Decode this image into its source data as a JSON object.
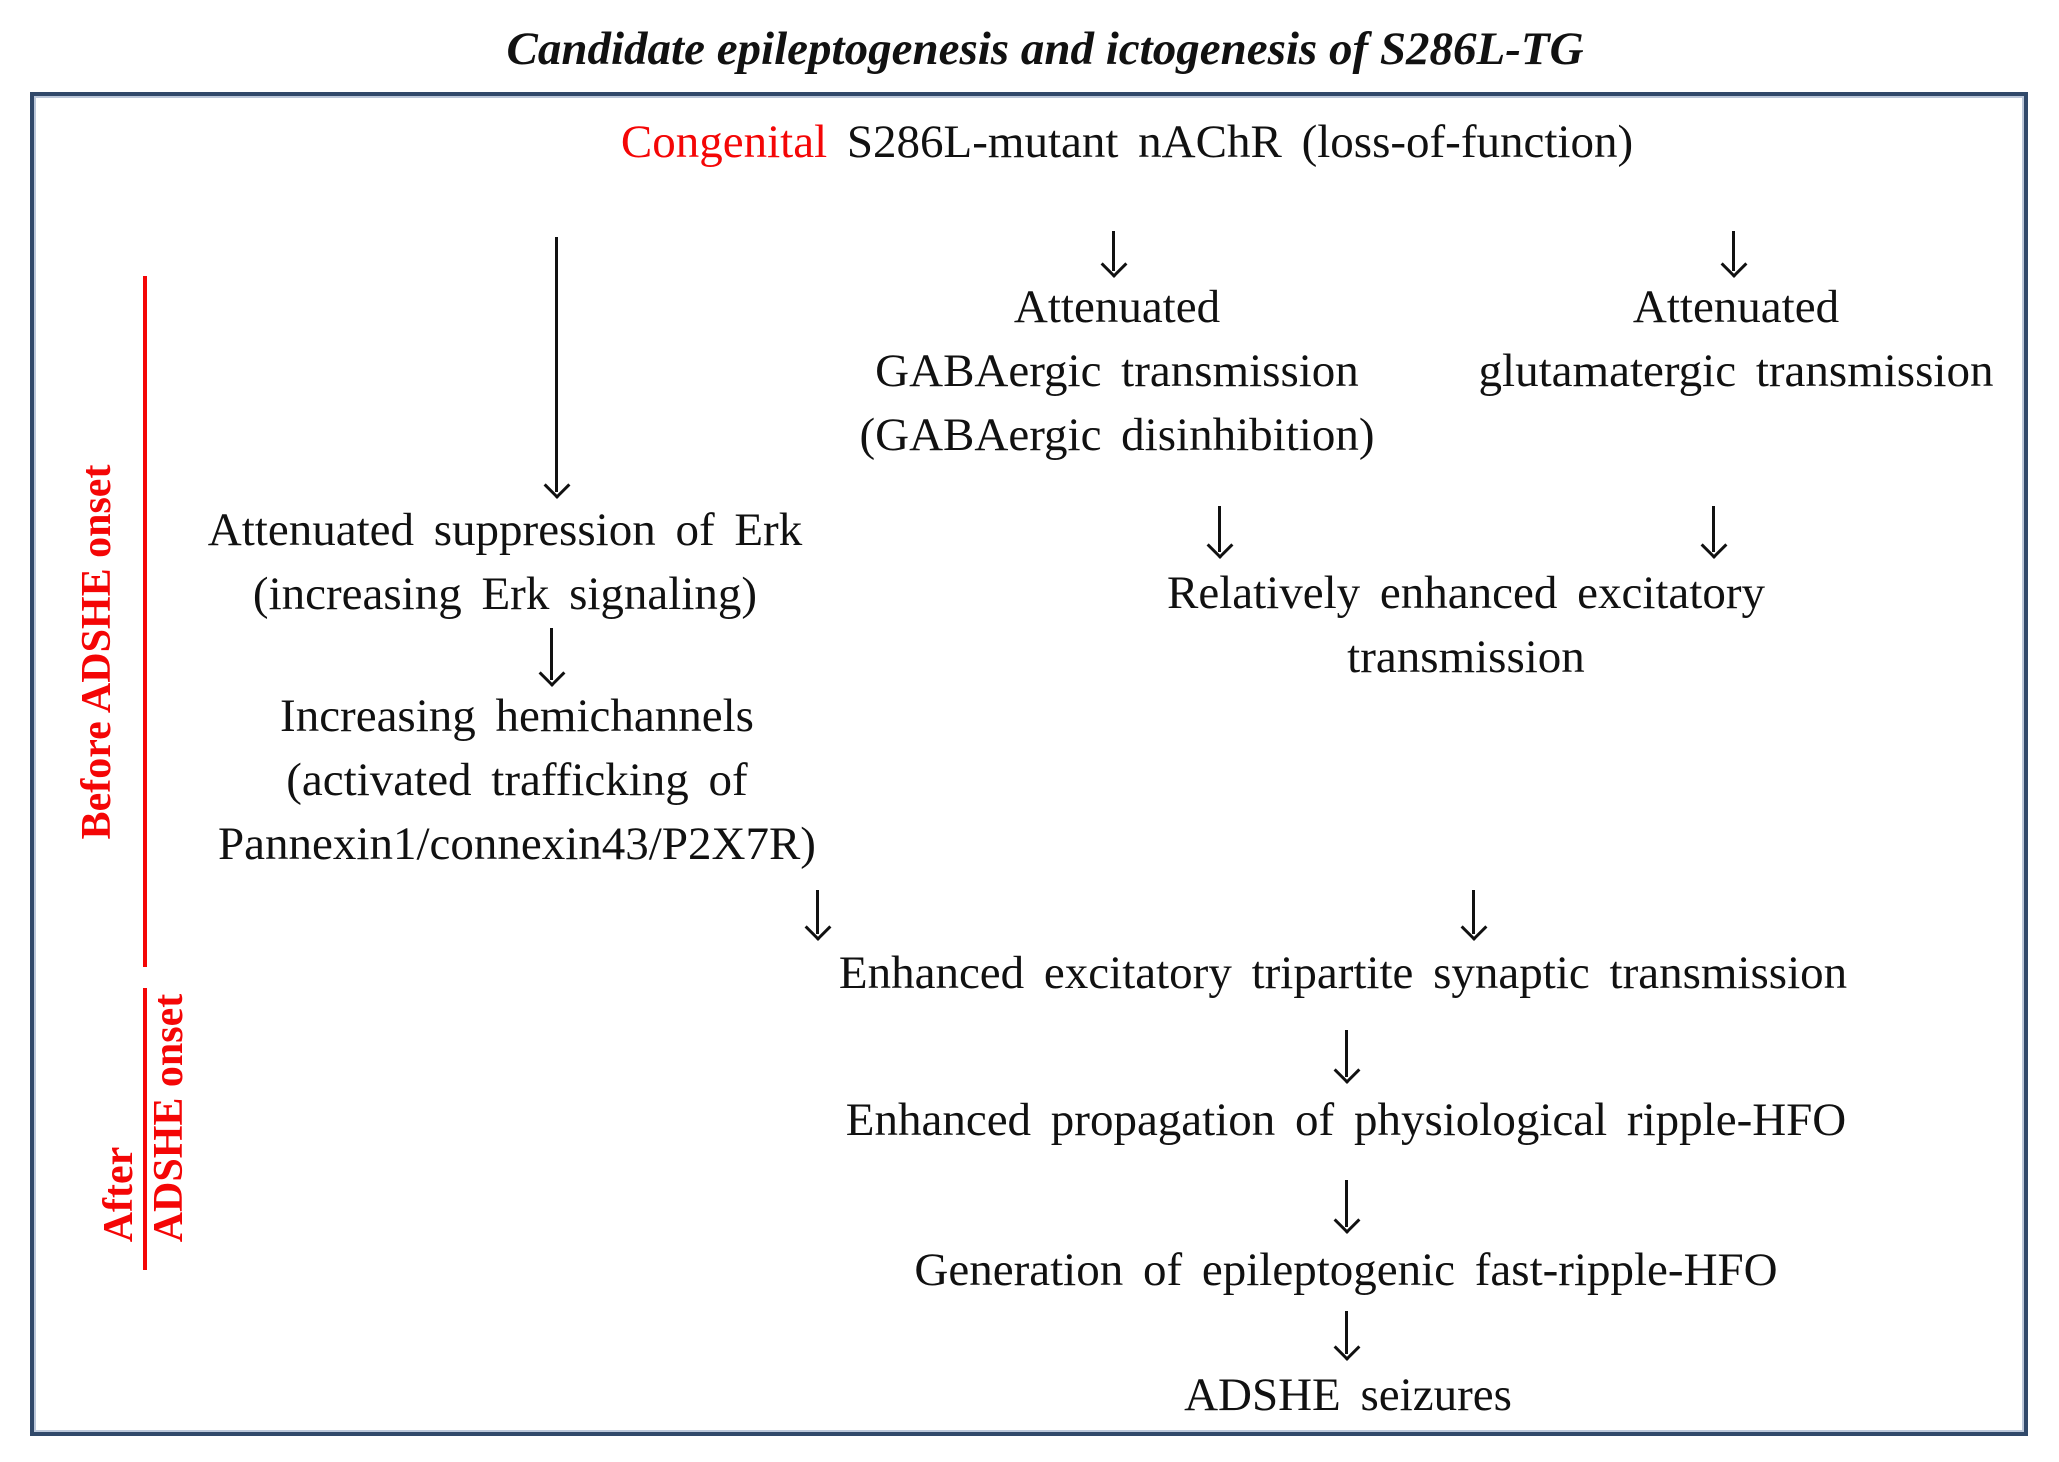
{
  "title": "Candidate epileptogenesis and ictogenesis of S286L-TG",
  "colors": {
    "accent-red": "#f40606",
    "border-navy": "#31496a",
    "border-light": "#bcc8da",
    "text-black": "#111111"
  },
  "root": {
    "highlight": "Congenital",
    "rest": " S286L-mutant nAChR (loss-of-function)"
  },
  "nodes": {
    "gaba": [
      "Attenuated",
      "GABAergic transmission",
      "(GABAergic disinhibition)"
    ],
    "glut": [
      "Attenuated",
      "glutamatergic transmission"
    ],
    "erk": [
      "Attenuated suppression of Erk",
      "(increasing Erk signaling)"
    ],
    "hemichannels": [
      "Increasing hemichannels",
      "(activated trafficking of",
      "Pannexin1/connexin43/P2X7R)"
    ],
    "relative": [
      "Relatively enhanced excitatory",
      "transmission"
    ],
    "tripartite": [
      "Enhanced excitatory tripartite synaptic transmission"
    ],
    "ripple": [
      "Enhanced propagation of physiological ripple-HFO"
    ],
    "fastripple": [
      "Generation of epileptogenic fast-ripple-HFO"
    ],
    "seizures": [
      "ADSHE seizures"
    ]
  },
  "phases": {
    "before": "Before ADSHE onset",
    "after": [
      "After",
      "ADSHE onset"
    ]
  }
}
